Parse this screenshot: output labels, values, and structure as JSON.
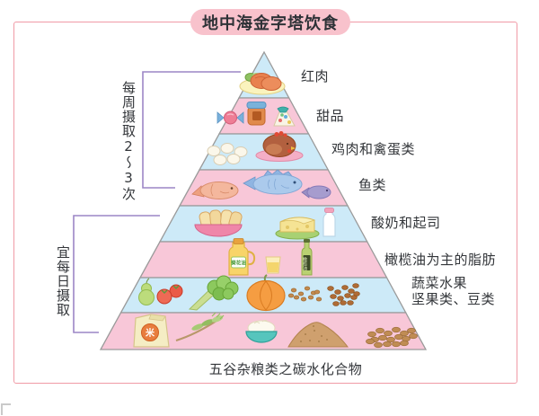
{
  "title": "地中海金字塔饮食",
  "intake_brackets": [
    {
      "name": "weekly-intake",
      "label": "每周摄取2～3次"
    },
    {
      "name": "daily-intake",
      "label": "宜每日摄取"
    }
  ],
  "layers": [
    {
      "name": "red-meat",
      "label": "红肉",
      "color": "#cdeaf8",
      "icons": [
        "meat-plate-icon"
      ]
    },
    {
      "name": "sweets",
      "label": "甜品",
      "color": "#f8c7d8",
      "icons": [
        "candy-icon",
        "jam-jar-icon",
        "candy-bag-icon"
      ]
    },
    {
      "name": "poultry-eggs",
      "label": "鸡肉和禽蛋类",
      "color": "#cdeaf8",
      "icons": [
        "eggs-icon",
        "roast-chicken-icon"
      ]
    },
    {
      "name": "fish",
      "label": "鱼类",
      "color": "#f8c7d8",
      "icons": [
        "salmon-fish-icon",
        "blue-fish-icon",
        "purple-fish-icon"
      ]
    },
    {
      "name": "yogurt-cheese",
      "label": "酸奶和起司",
      "color": "#cdeaf8",
      "icons": [
        "bread-bowl-icon",
        "cheese-icon",
        "milk-bottle-icon"
      ]
    },
    {
      "name": "oils",
      "label": "橄榄油为主的脂肪",
      "color": "#f8c7d8",
      "icons": [
        "cooking-oil-bottle-icon",
        "oil-glass-icon",
        "olive-oil-bottle-icon"
      ]
    },
    {
      "name": "vegetables-fruits",
      "label": "蔬菜水果",
      "label2": "坚果类、豆类",
      "color": "#cdeaf8",
      "icons": [
        "pear-icon",
        "tomatoes-icon",
        "celery-icon",
        "lettuce-icon",
        "pumpkin-icon",
        "nuts-icon",
        "beans-icon"
      ]
    },
    {
      "name": "grains",
      "label": "五谷杂粮类之碳水化合物",
      "color": "#f8c7d8",
      "icons": [
        "rice-bag-icon",
        "wheat-icon",
        "rice-bowl-icon",
        "grain-pile-icon",
        "grains-beans-icon"
      ]
    }
  ],
  "products": {
    "sunflower_oil": "葵花油",
    "olive_oil": "橄榄油",
    "rice": "米"
  },
  "colors": {
    "layer_blue": "#cdeaf8",
    "layer_pink": "#f8c7d8",
    "frame_pink": "#f09aa6",
    "title_bg": "#f8c2cc",
    "bracket_purple": "#9c86c6",
    "outline_gray": "#9a9a9a",
    "text_dark": "#33363a"
  }
}
